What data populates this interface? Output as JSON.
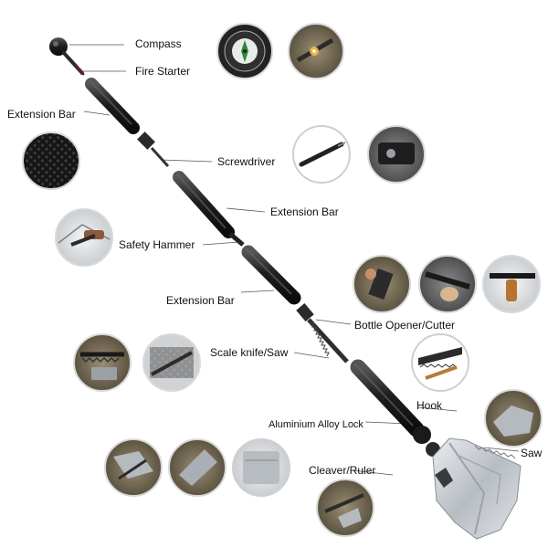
{
  "labels": {
    "compass": "Compass",
    "fire_starter": "Fire Starter",
    "extension_bar_1": "Extension Bar",
    "screwdriver": "Screwdriver",
    "extension_bar_2": "Extension Bar",
    "safety_hammer": "Safety Hammer",
    "extension_bar_3": "Extension Bar",
    "bottle_opener_cutter": "Bottle Opener/Cutter",
    "scale_knife_saw": "Scale knife/Saw",
    "hook": "Hook",
    "aluminium_alloy_lock": "Aluminium Alloy Lock",
    "saw": "Saw",
    "cleaver_ruler": "Cleaver/Ruler"
  },
  "colors": {
    "tool_black": "#1c1c1c",
    "tool_highlight": "#4a4a4a",
    "blade_steel": "#c9cdd2",
    "leader_line": "#555555",
    "circle_border": "#d9d9d9"
  }
}
